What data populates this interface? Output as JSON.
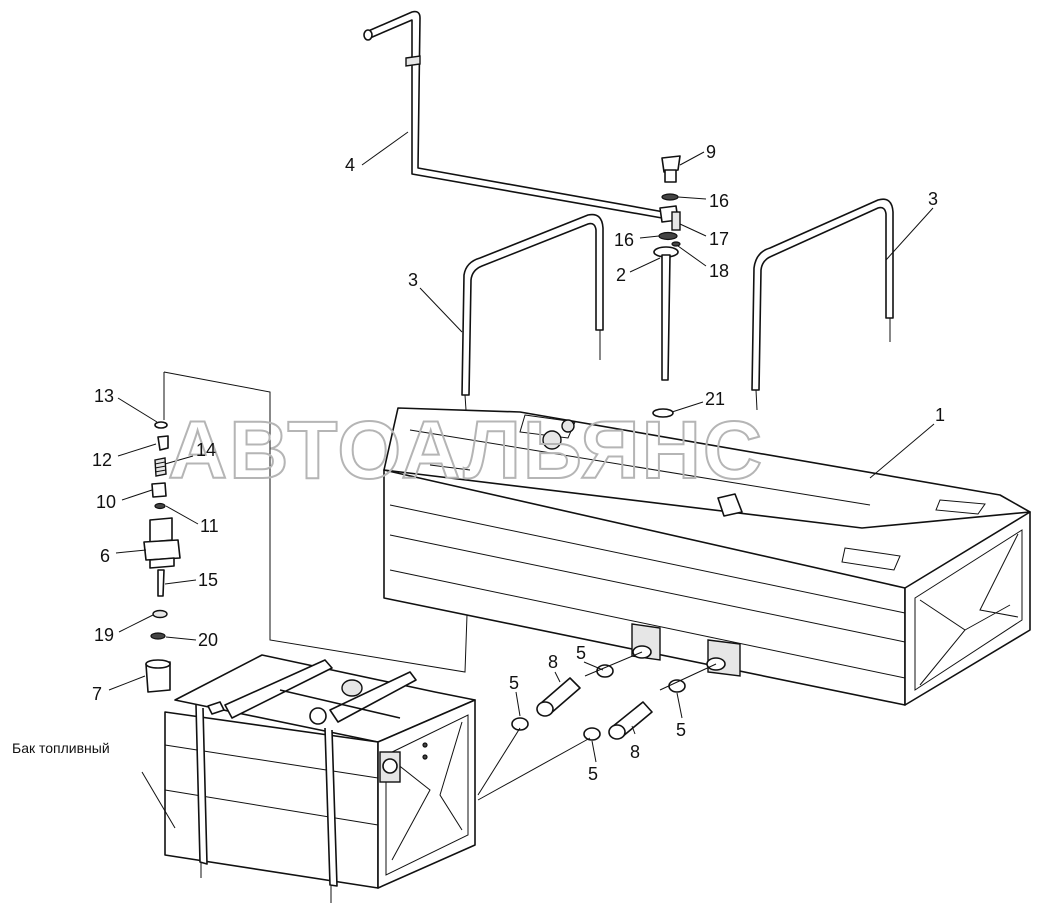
{
  "watermark": "АВТОАЛЬЯНС",
  "caption": "Бак топливный",
  "callouts": [
    {
      "id": "c1",
      "text": "1"
    },
    {
      "id": "c2",
      "text": "2"
    },
    {
      "id": "c3a",
      "text": "3"
    },
    {
      "id": "c3b",
      "text": "3"
    },
    {
      "id": "c4",
      "text": "4"
    },
    {
      "id": "c5a",
      "text": "5"
    },
    {
      "id": "c5b",
      "text": "5"
    },
    {
      "id": "c5c",
      "text": "5"
    },
    {
      "id": "c5d",
      "text": "5"
    },
    {
      "id": "c6",
      "text": "6"
    },
    {
      "id": "c7",
      "text": "7"
    },
    {
      "id": "c8a",
      "text": "8"
    },
    {
      "id": "c8b",
      "text": "8"
    },
    {
      "id": "c9",
      "text": "9"
    },
    {
      "id": "c10",
      "text": "10"
    },
    {
      "id": "c11",
      "text": "11"
    },
    {
      "id": "c12",
      "text": "12"
    },
    {
      "id": "c13",
      "text": "13"
    },
    {
      "id": "c14",
      "text": "14"
    },
    {
      "id": "c15",
      "text": "15"
    },
    {
      "id": "c16a",
      "text": "16"
    },
    {
      "id": "c16b",
      "text": "16"
    },
    {
      "id": "c17",
      "text": "17"
    },
    {
      "id": "c18",
      "text": "18"
    },
    {
      "id": "c19",
      "text": "19"
    },
    {
      "id": "c20",
      "text": "20"
    },
    {
      "id": "c21",
      "text": "21"
    }
  ]
}
